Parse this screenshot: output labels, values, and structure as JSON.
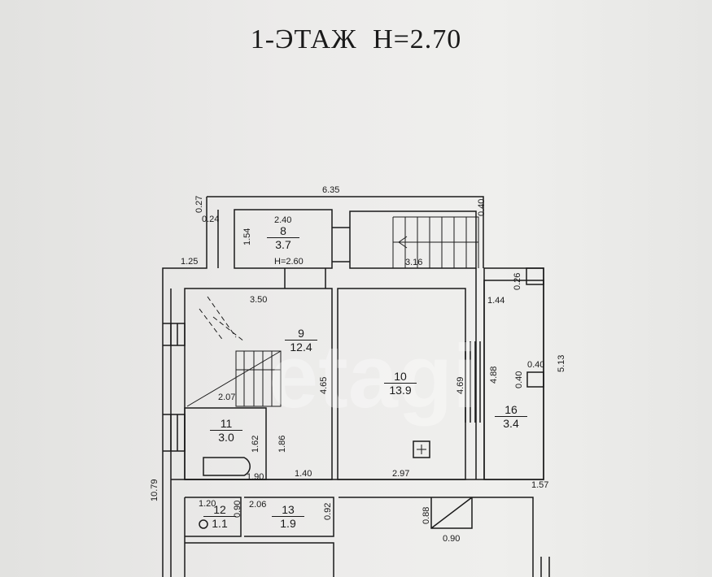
{
  "title": "1-ЭТАЖ  H=2.70",
  "watermark": "etagi",
  "rooms": [
    {
      "number": "8",
      "area": "3.7",
      "height": "H=2.60"
    },
    {
      "number": "9",
      "area": "12.4"
    },
    {
      "number": "10",
      "area": "13.9"
    },
    {
      "number": "11",
      "area": "3.0"
    },
    {
      "number": "12",
      "area": "1.1"
    },
    {
      "number": "13",
      "area": "1.9"
    },
    {
      "number": "16",
      "area": "3.4"
    }
  ],
  "dimensions": [
    "6.35",
    "0.27",
    "0.24",
    "2.40",
    "1.54",
    "0.40",
    "3.16",
    "1.25",
    "3.50",
    "1.44",
    "0.26",
    "4.65",
    "4.69",
    "4.88",
    "0.40",
    "0.40",
    "5.13",
    "2.07",
    "1.62",
    "1.86",
    "1.90",
    "1.40",
    "2.97",
    "1.57",
    "10.79",
    "1.20",
    "0.90",
    "2.06",
    "0.92",
    "0.88",
    "0.90"
  ]
}
